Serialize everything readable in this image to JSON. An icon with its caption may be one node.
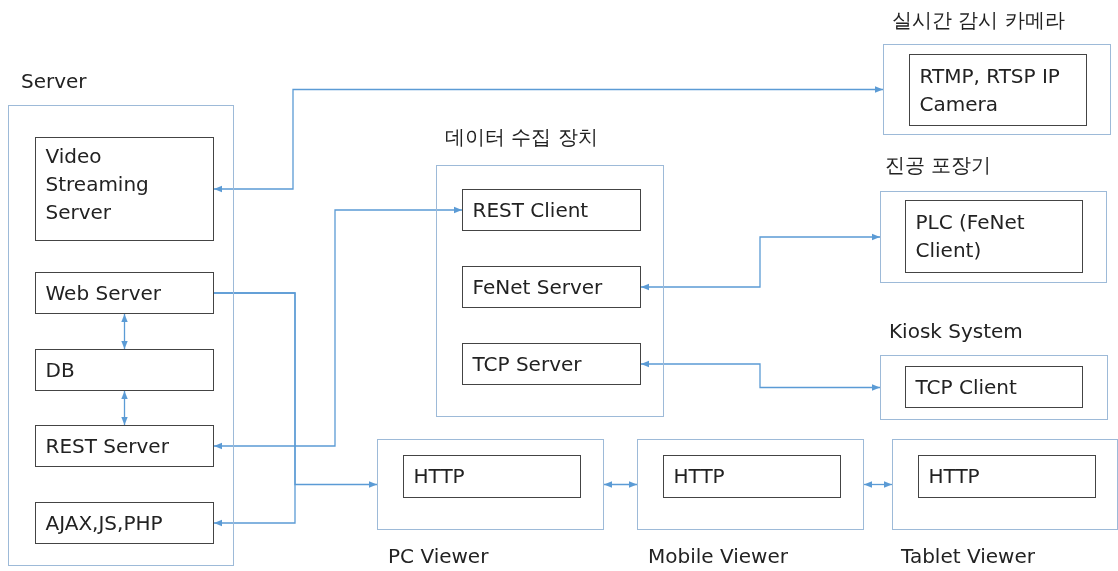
{
  "diagram": {
    "nodes": [
      {
        "text": [
          "Server"
        ]
      },
      {
        "text": [
          "Video Streaming Server"
        ],
        "in": 0
      },
      {
        "text": [
          "Web Server"
        ],
        "in": 0
      },
      {
        "text": [
          "DB"
        ],
        "in": 0
      },
      {
        "text": [
          "REST Server"
        ],
        "in": 0
      },
      {
        "text": [
          "AJAX,JS,PHP"
        ],
        "in": 0
      },
      {
        "text": [
          "데이터 수집 장치"
        ]
      },
      {
        "text": [
          "REST Client"
        ],
        "in": 6
      },
      {
        "text": [
          "FeNet Server"
        ],
        "in": 6
      },
      {
        "text": [
          "TCP Server"
        ],
        "in": 6
      },
      {
        "text": [
          "실시간 감시 카메라"
        ]
      },
      {
        "text": [
          "RTMP, RTSP IP Camera"
        ],
        "in": 10
      },
      {
        "text": [
          "진공 포장기"
        ]
      },
      {
        "text": [
          "PLC (FeNet Client)"
        ],
        "in": 12
      },
      {
        "text": [
          "Kiosk System"
        ]
      },
      {
        "text": [
          "TCP Client"
        ],
        "in": 14
      },
      {
        "text": [
          "PC Viewer"
        ]
      },
      {
        "text": [
          "HTTP"
        ],
        "in": 16
      },
      {
        "text": [
          "Mobile Viewer"
        ]
      },
      {
        "text": [
          "HTTP"
        ],
        "in": 18
      },
      {
        "text": [
          "Tablet Viewer"
        ]
      },
      {
        "text": [
          "HTTP"
        ],
        "in": 20
      }
    ],
    "edges": [
      {
        "from": 1,
        "to": 10,
        "arrow": "both"
      },
      {
        "from": 4,
        "to": 7,
        "arrow": "both"
      },
      {
        "from": 8,
        "to": 12,
        "arrow": "both"
      },
      {
        "from": 9,
        "to": 14,
        "arrow": "both"
      },
      {
        "from": 2,
        "to": 3,
        "arrow": "both"
      },
      {
        "from": 3,
        "to": 4,
        "arrow": "both"
      },
      {
        "from": 2,
        "to": 5,
        "arrow": "to"
      },
      {
        "from": 2,
        "to": 16,
        "arrow": "to"
      },
      {
        "from": 16,
        "to": 18,
        "arrow": "both"
      },
      {
        "from": 18,
        "to": 20,
        "arrow": "both"
      }
    ]
  }
}
